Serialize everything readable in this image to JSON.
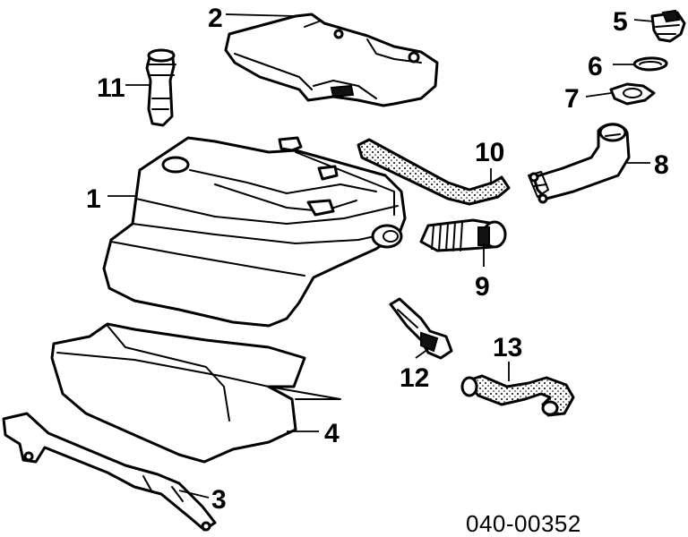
{
  "diagram": {
    "part_number": "040-00352",
    "callouts": [
      {
        "id": "1",
        "label": "1"
      },
      {
        "id": "2",
        "label": "2"
      },
      {
        "id": "3",
        "label": "3"
      },
      {
        "id": "4",
        "label": "4"
      },
      {
        "id": "5",
        "label": "5"
      },
      {
        "id": "6",
        "label": "6"
      },
      {
        "id": "7",
        "label": "7"
      },
      {
        "id": "8",
        "label": "8"
      },
      {
        "id": "9",
        "label": "9"
      },
      {
        "id": "10",
        "label": "10"
      },
      {
        "id": "11",
        "label": "11"
      },
      {
        "id": "12",
        "label": "12"
      },
      {
        "id": "13",
        "label": "13"
      }
    ]
  }
}
